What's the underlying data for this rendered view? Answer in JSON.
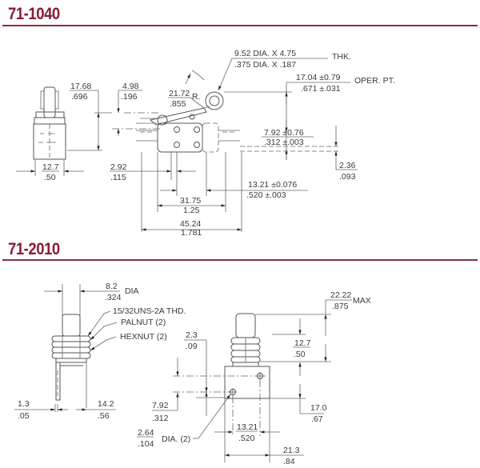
{
  "sections": [
    {
      "title": "71-1040",
      "dimensions": {
        "roller": {
          "line1": "9.52  DIA.  X  4.75",
          "line2": ".375  DIA.  X  .187",
          "suffix": "THK."
        },
        "oper_pt": {
          "line1": "17.04  ±0.79",
          "line2": ".671  ±.031",
          "suffix": "OPER.  PT."
        },
        "height_side": {
          "mm": "17.68",
          "in": ".696"
        },
        "top_offset": {
          "mm": "4.98",
          "in": ".196"
        },
        "lever_radius": {
          "mm": "21.72",
          "in": ".855",
          "suffix": "R."
        },
        "body_height": {
          "mm": "7.92  ±0.76",
          "in": ".312  ±.003"
        },
        "width_side": {
          "mm": "12.7",
          "in": ".50"
        },
        "terminal_offset": {
          "mm": "2.92",
          "in": ".115"
        },
        "bottom_offset": {
          "mm": "2.36",
          "in": ".093"
        },
        "hole_spacing": {
          "mm": "13.21  ±0.076",
          "in": ".520  ±.003"
        },
        "body_length": {
          "mm": "31.75",
          "in": "1.25"
        },
        "overall_length": {
          "mm": "45.24",
          "in": "1.781"
        }
      }
    },
    {
      "title": "71-2010",
      "dimensions": {
        "plunger_dia": {
          "mm": "8.2",
          "in": ".324",
          "suffix": "DIA"
        },
        "thread_label": "15/32UNS-2A  THD.",
        "palnut_label": "PALNUT  (2)",
        "hexnut_label": "HEXNUT  (2)",
        "hole_offset": {
          "mm": "2.3",
          "in": ".09"
        },
        "max_height": {
          "mm": "22.22",
          "in": ".875",
          "suffix": "MAX"
        },
        "bushing_height": {
          "mm": "12.7",
          "in": ".50"
        },
        "body_height": {
          "mm": "17.0",
          "in": ".67"
        },
        "hole_to_bottom": {
          "mm": "7.92",
          "in": ".312"
        },
        "hole_dia": {
          "mm": "2.64",
          "in": ".104",
          "suffix": "DIA. (2)"
        },
        "terminal_thk": {
          "mm": "1.3",
          "in": ".05"
        },
        "terminal_width": {
          "mm": "14.2",
          "in": ".56"
        },
        "hole_spacing": {
          "mm": "13.21",
          "in": ".520"
        },
        "body_width": {
          "mm": "21.3",
          "in": ".84"
        }
      }
    }
  ],
  "colors": {
    "title": "#8b1a35",
    "rule": "#8b2a45",
    "line": "#555555"
  }
}
